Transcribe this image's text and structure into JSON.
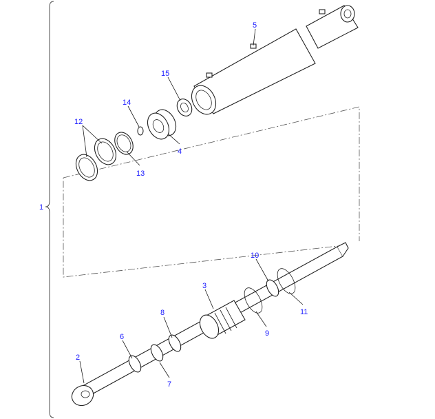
{
  "colors": {
    "label": "#1a1aff",
    "line": "#222222"
  },
  "labels": {
    "l1": "1",
    "l2": "2",
    "l3": "3",
    "l4": "4",
    "l5": "5",
    "l6": "6",
    "l7": "7",
    "l8": "8",
    "l9": "9",
    "l10": "10",
    "l11": "11",
    "l12": "12",
    "l13": "13",
    "l14": "14",
    "l15": "15"
  }
}
